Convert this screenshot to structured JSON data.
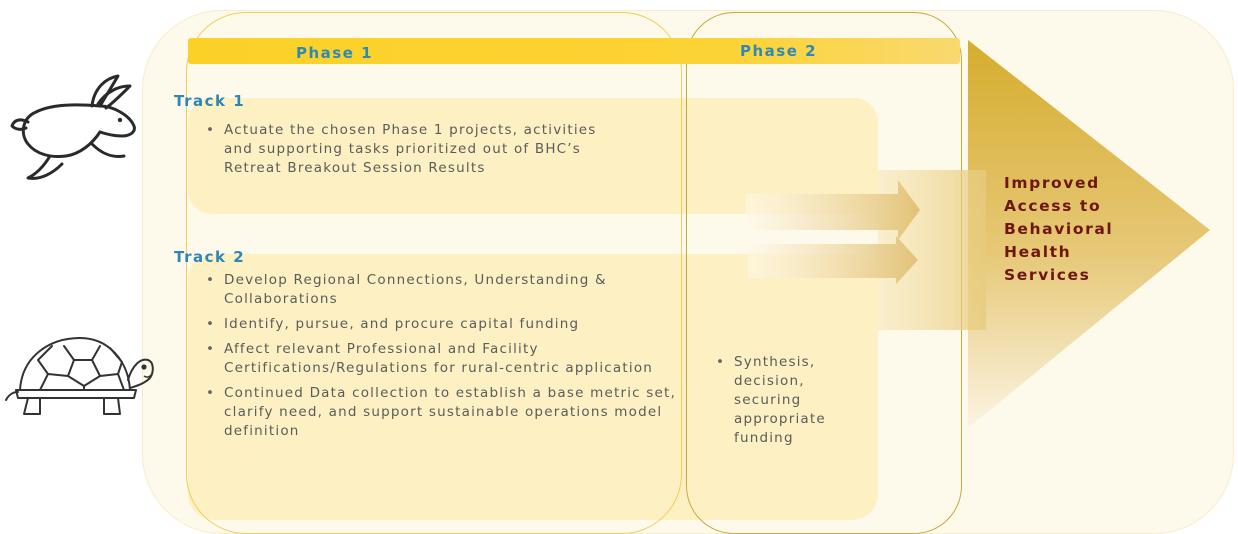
{
  "phases": [
    {
      "label": "Phase 1"
    },
    {
      "label": "Phase 2"
    }
  ],
  "tracks": [
    {
      "label": "Track 1",
      "bullets": [
        "Actuate the chosen Phase 1 projects, activities and supporting tasks prioritized out of BHC’s Retreat Breakout Session Results"
      ]
    },
    {
      "label": "Track 2",
      "bullets": [
        "Develop Regional Connections, Understanding & Collaborations",
        "Identify, pursue, and procure capital funding",
        "Affect relevant Professional and Facility Certifications/Regulations for rural-centric application",
        "Continued Data collection to establish a base metric set,\nclarify need, and support sustainable operations model definition"
      ]
    }
  ],
  "phase2": {
    "bullets": [
      "Synthesis, decision, securing appropriate funding"
    ]
  },
  "outcome": {
    "lines": [
      "Improved",
      "Access to",
      "Behavioral",
      "Health",
      "Services"
    ]
  },
  "icons": {
    "track1": "rabbit-icon",
    "track2": "turtle-icon"
  },
  "colors": {
    "phase_bar": "#fbd128",
    "phase_text": "#2f8ab3",
    "track_text": "#2e86b5",
    "band": "#fdefbd",
    "outcome_text": "#6e1611",
    "arrow": "#d8b33a"
  }
}
